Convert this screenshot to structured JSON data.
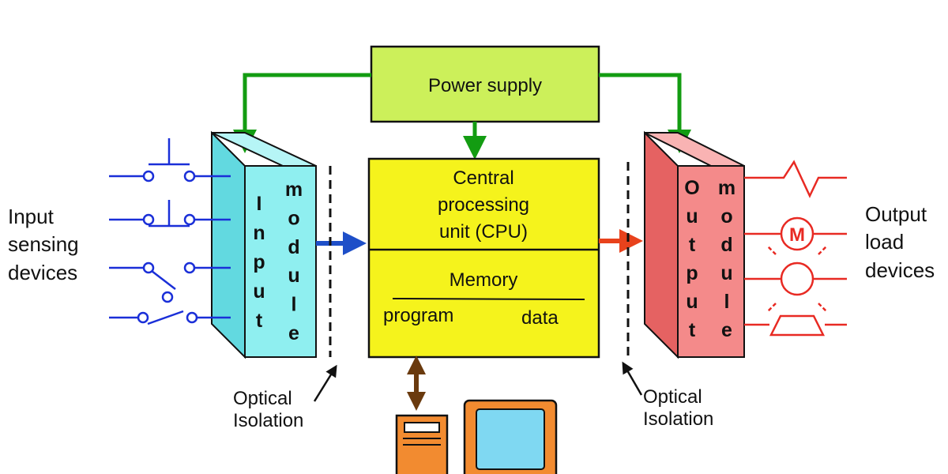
{
  "power_supply": {
    "label": "Power supply"
  },
  "cpu": {
    "lines": [
      "Central",
      "processing",
      "unit (CPU)"
    ],
    "memory": "Memory",
    "program": "program",
    "data": "data"
  },
  "input_module": {
    "word1": "Input",
    "word2": "module"
  },
  "output_module": {
    "word1": "Output",
    "word2": "module"
  },
  "input_devices": {
    "lines": [
      "Input",
      "sensing",
      "devices"
    ]
  },
  "output_devices": {
    "lines": [
      "Output",
      "load",
      "devices"
    ]
  },
  "isolation_left": {
    "lines": [
      "Optical",
      "Isolation"
    ]
  },
  "isolation_right": {
    "lines": [
      "Optical",
      "Isolation"
    ]
  },
  "colors": {
    "power_fill": "#ccf05a",
    "cpu_fill": "#f5f31c",
    "input_front": "#8feff0",
    "input_side": "#62d9e0",
    "output_front": "#f48a8a",
    "output_side": "#e56262",
    "power_arrow": "#139c12",
    "input_wire": "#1a2fd8",
    "output_wire": "#e82a23",
    "input_arrow": "#1e4fc8",
    "output_arrow": "#e8421c",
    "memory_arrow": "#6a3a0e",
    "terminal_fill": "#f28b30",
    "screen_fill": "#7fd8f2"
  }
}
